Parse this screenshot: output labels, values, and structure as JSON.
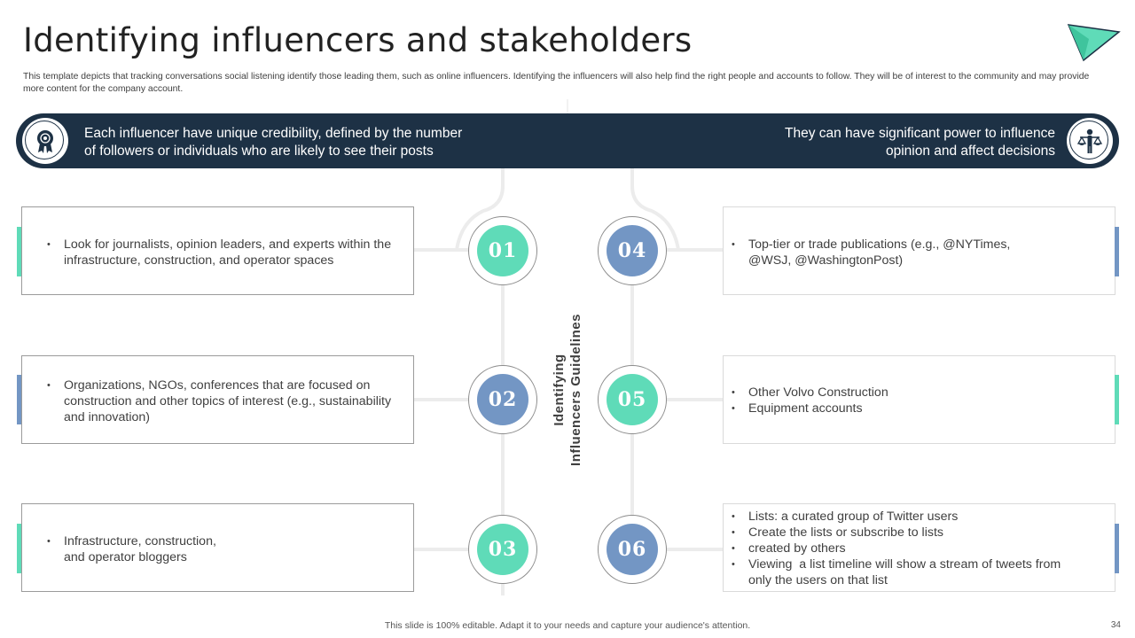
{
  "header": {
    "title": "Identifying influencers and stakeholders",
    "subtitle": "This template depicts that tracking conversations social listening identify those leading them, such as online influencers. Identifying the influencers will also help find the right people and accounts to follow. They will be of interest to the community and may provide more content for the company account."
  },
  "banner": {
    "left_text_line1": "Each influencer have unique credibility, defined by the number",
    "left_text_line2": "of followers or individuals who are likely to see their posts",
    "right_text_line1": "They can have significant power to influence",
    "right_text_line2": "opinion and affect decisions",
    "left_icon": "award-ribbon-icon",
    "right_icon": "person-balance-icon"
  },
  "center_label": {
    "line1": "Identifying",
    "line2": "Influencers Guidelines"
  },
  "steps": [
    {
      "number": "01",
      "bullets": [
        "Look for journalists, opinion leaders, and experts within the infrastructure, construction, and operator spaces"
      ]
    },
    {
      "number": "02",
      "bullets": [
        "Organizations, NGOs, conferences that are focused on construction and other topics of interest (e.g., sustainability and innovation)"
      ]
    },
    {
      "number": "03",
      "bullets": [
        "Infrastructure, construction, and operator bloggers"
      ]
    },
    {
      "number": "04",
      "bullets": [
        "Top-tier or trade publications (e.g., @NYTimes, @WSJ, @WashingtonPost)"
      ]
    },
    {
      "number": "05",
      "bullets": [
        "Other Volvo Construction",
        "Equipment accounts"
      ]
    },
    {
      "number": "06",
      "bullets": [
        "Lists: a curated group of Twitter users",
        "Create the lists or subscribe to lists",
        "created by others",
        "Viewing a list timeline will show a stream of tweets from only the users on that list"
      ]
    }
  ],
  "footer": {
    "note": "This slide is 100% editable. Adapt it to your needs and capture your audience's attention.",
    "page_number": "34"
  },
  "colors": {
    "navy": "#1d3145",
    "teal": "#5fdbb8",
    "blue": "#7396c4",
    "connector": "#ececec"
  }
}
